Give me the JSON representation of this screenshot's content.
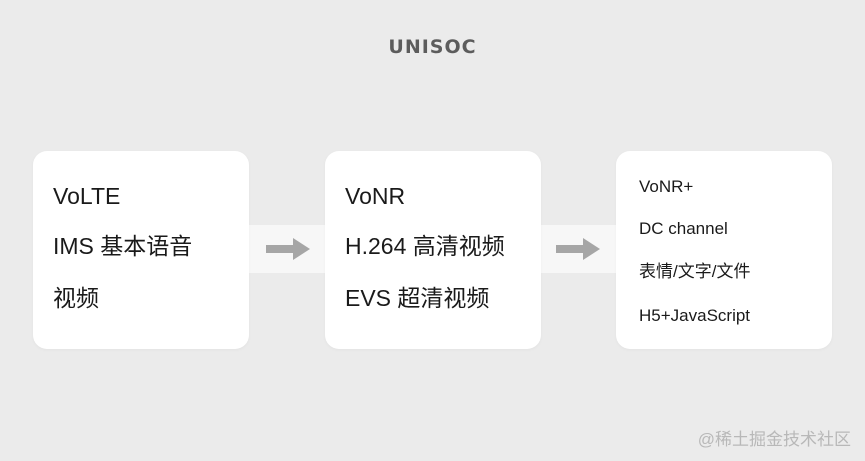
{
  "logo": {
    "text": "UNISOC"
  },
  "stages": [
    {
      "lines": [
        "VoLTE",
        "IMS 基本语音",
        "视频"
      ]
    },
    {
      "lines": [
        "VoNR",
        "H.264 高清视频",
        "EVS 超清视频"
      ]
    },
    {
      "lines": [
        "VoNR+",
        "DC channel",
        "表情/文字/文件",
        "H5+JavaScript"
      ]
    }
  ],
  "watermark": {
    "text": "@稀土掘金技术社区"
  },
  "colors": {
    "background": "#ebebeb",
    "card": "#ffffff",
    "arrow": "#a6a6a6",
    "logo": "#5c5c5c"
  }
}
